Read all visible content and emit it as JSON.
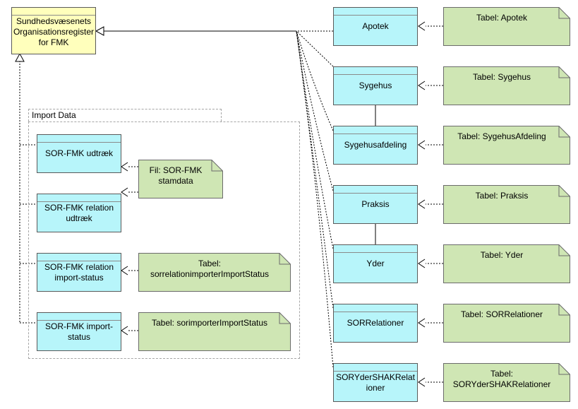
{
  "root": {
    "label": "Sundhedsvæsenets Organisationsregister for FMK"
  },
  "group": {
    "label": "Import Data"
  },
  "import_entities": [
    {
      "id": "udtraek",
      "label": "SOR-FMK udtræk"
    },
    {
      "id": "relation_udtraek",
      "label": "SOR-FMK relation udtræk"
    },
    {
      "id": "relation_status",
      "label": "SOR-FMK relation import-status"
    },
    {
      "id": "import_status",
      "label": "SOR-FMK import-status"
    }
  ],
  "import_notes": [
    {
      "id": "fil",
      "label": "Fil: SOR-FMK stamdata"
    },
    {
      "id": "tab_relstatus",
      "label": "Tabel: sorrelationimporterImportStatus"
    },
    {
      "id": "tab_status",
      "label": "Tabel: sorimporterImportStatus"
    }
  ],
  "entities": [
    {
      "id": "apotek",
      "label": "Apotek"
    },
    {
      "id": "sygehus",
      "label": "Sygehus"
    },
    {
      "id": "sygehusafdeling",
      "label": "Sygehusafdeling"
    },
    {
      "id": "praksis",
      "label": "Praksis"
    },
    {
      "id": "yder",
      "label": "Yder"
    },
    {
      "id": "sorrelationer",
      "label": "SORRelationer"
    },
    {
      "id": "soryder",
      "label": "SORYderSHAKRelationer"
    }
  ],
  "tables": [
    {
      "id": "t_apotek",
      "label": "Tabel: Apotek"
    },
    {
      "id": "t_sygehus",
      "label": "Tabel: Sygehus"
    },
    {
      "id": "t_sygehusafdeling",
      "label": "Tabel: SygehusAfdeling"
    },
    {
      "id": "t_praksis",
      "label": "Tabel: Praksis"
    },
    {
      "id": "t_yder",
      "label": "Tabel: Yder"
    },
    {
      "id": "t_sorrelationer",
      "label": "Tabel: SORRelationer"
    },
    {
      "id": "t_soryder",
      "label": "Tabel: SORYderSHAKRelationer"
    }
  ]
}
